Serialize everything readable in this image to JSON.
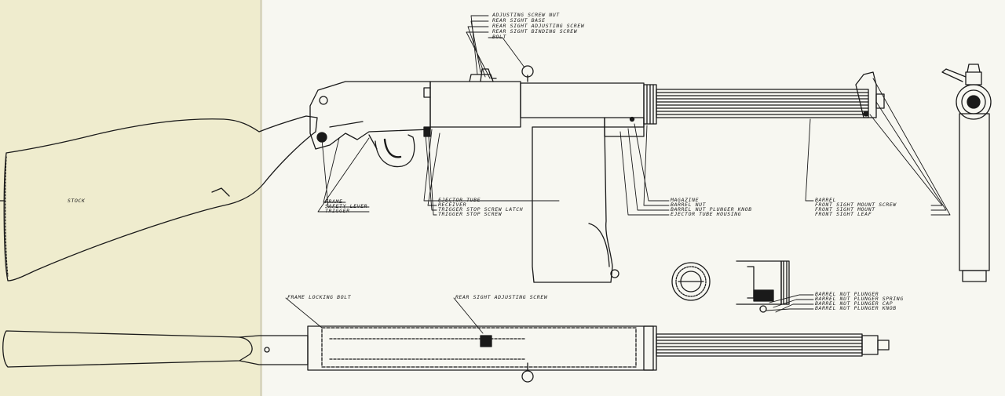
{
  "labels": {
    "adjusting_screw_nut": "ADJUSTING SCREW NUT",
    "rear_sight_base": "REAR SIGHT BASE",
    "rear_sight_adjusting_screw_top": "REAR SIGHT ADJUSTING SCREW",
    "rear_sight_binding_screw": "REAR SIGHT BINDING SCREW",
    "bolt": "BOLT",
    "stock": "STOCK",
    "frame": "FRAME",
    "safety_lever": "SAFETY LEVER",
    "trigger": "TRIGGER",
    "ejector_tube": "EJECTOR TUBE",
    "receiver": "RECEIVER",
    "trigger_stop_screw_latch": "TRIGGER STOP SCREW LATCH",
    "trigger_stop_screw": "TRIGGER STOP SCREW",
    "magazine": "MAGAZINE",
    "barrel_nut": "BARREL NUT",
    "barrel_nut_plunger_knob_top": "BARREL NUT PLUNGER KNOB",
    "ejector_tube_housing": "EJECTOR TUBE HOUSING",
    "barrel": "BARREL",
    "front_sight_mount_screw": "FRONT SIGHT MOUNT SCREW",
    "front_sight_mount": "FRONT SIGHT MOUNT",
    "front_sight_leaf": "FRONT SIGHT LEAF",
    "frame_locking_bolt": "FRAME LOCKING BOLT",
    "rear_sight_adjusting_screw_bottom": "REAR SIGHT ADJUSTING SCREW",
    "barrel_nut_plunger": "BARREL NUT PLUNGER",
    "barrel_nut_plunger_spring": "BARREL NUT PLUNGER SPRING",
    "barrel_nut_plunger_cap": "BARREL NUT PLUNGER CAP",
    "barrel_nut_plunger_knob_bottom": "BARREL NUT PLUNGER KNOB"
  },
  "colors": {
    "ink": "#1a1a1a",
    "paper_left": "#efecce",
    "paper_right": "#f7f7f1"
  }
}
